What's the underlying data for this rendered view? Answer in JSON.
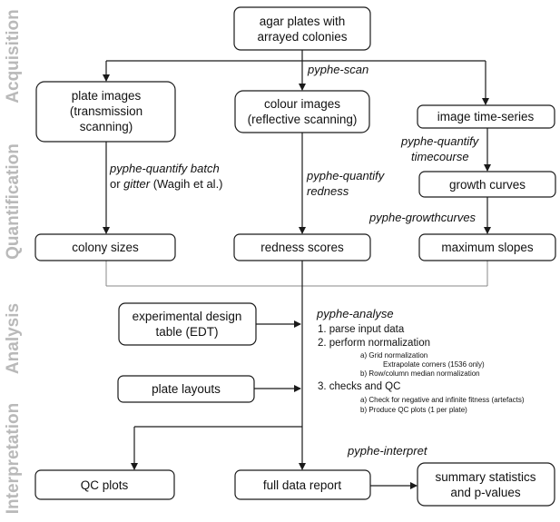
{
  "phases": {
    "acquisition": "Acquisition",
    "quantification": "Quantification",
    "analysis": "Analysis",
    "interpretation": "Interpretation"
  },
  "boxes": {
    "agar": [
      "agar plates with",
      "arrayed colonies"
    ],
    "plate_images": [
      "plate images",
      "(transmission",
      "scanning)"
    ],
    "colour_images": [
      "colour images",
      "(reflective scanning)"
    ],
    "image_timeseries": [
      "image time-series"
    ],
    "growth_curves": [
      "growth curves"
    ],
    "colony_sizes": [
      "colony sizes"
    ],
    "redness_scores": [
      "redness scores"
    ],
    "maximum_slopes": [
      "maximum slopes"
    ],
    "edt": [
      "experimental design",
      "table (EDT)"
    ],
    "plate_layouts": [
      "plate layouts"
    ],
    "qc_plots": [
      "QC plots"
    ],
    "full_report": [
      "full data report"
    ],
    "summary": [
      "summary statistics",
      "and p-values"
    ]
  },
  "tools": {
    "scan": "pyphe-scan",
    "quantify_batch_1": "pyphe-quantify batch",
    "quantify_batch_2_or": "or ",
    "quantify_batch_2_gitter": "gitter",
    "quantify_batch_2_ref": " (Wagih et al.)",
    "quantify_redness_1": "pyphe-quantify",
    "quantify_redness_2": "redness",
    "quantify_tc_1": "pyphe-quantify",
    "quantify_tc_2": "timecourse",
    "growthcurves": "pyphe-growthcurves",
    "analyse": "pyphe-analyse",
    "interpret": "pyphe-interpret"
  },
  "analyse_steps": {
    "s1": "1.    parse input data",
    "s2": "2.    perform normalization",
    "s2a": "a)     Grid normalization",
    "s2a2": "Extrapolate corners (1536 only)",
    "s2b": "b)     Row/column median normalization",
    "s3": "3.    checks and QC",
    "s3a": "a)     Check for negative and infinite fitness (artefacts)",
    "s3b": "b)     Produce QC plots (1 per plate)"
  }
}
